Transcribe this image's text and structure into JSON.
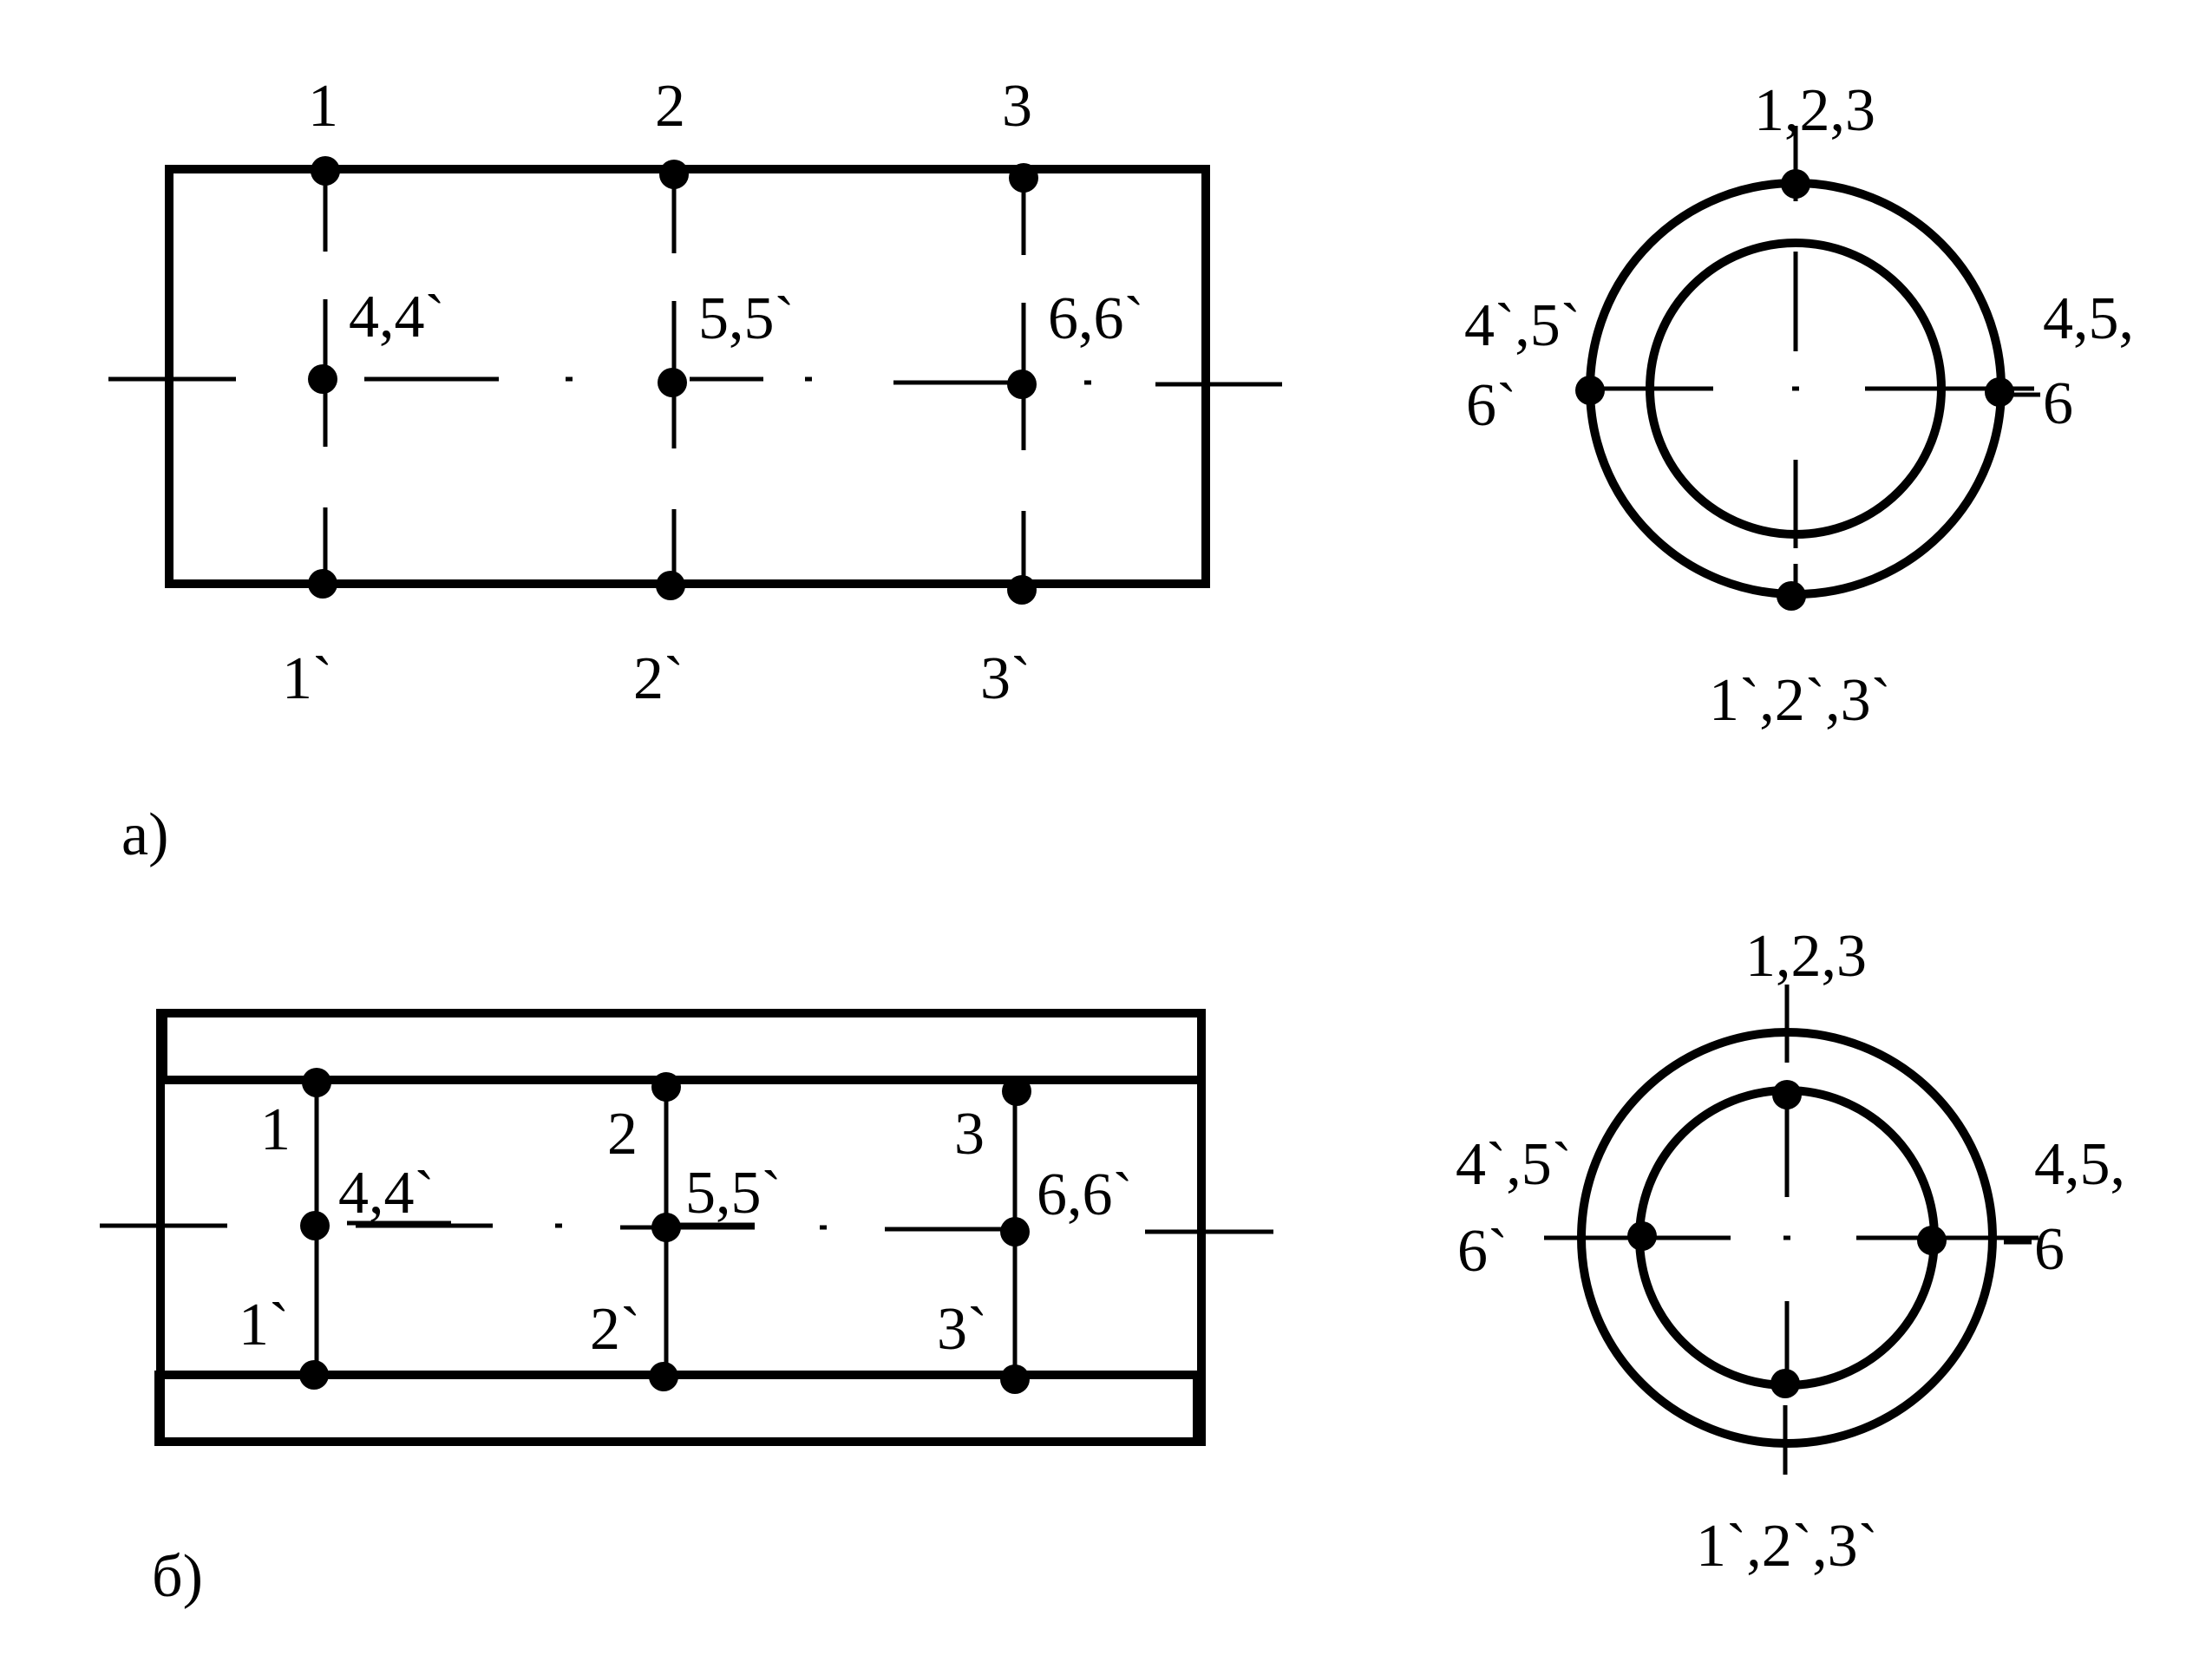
{
  "figure_a": {
    "caption": "а)",
    "side_view": {
      "top_labels": [
        "1",
        "2",
        "3"
      ],
      "axis_labels": [
        "4,4`",
        "5,5`",
        "6,6`"
      ],
      "bottom_labels": [
        "1`",
        "2`",
        "3`"
      ]
    },
    "end_view": {
      "top_label": "1,2,3",
      "bottom_label": "1`,2`,3`",
      "left_label_line1": "4`,5`",
      "left_label_line2": "6`",
      "right_label_line1": "4,5,",
      "right_label_line2": "6"
    }
  },
  "figure_b": {
    "caption": "б)",
    "side_view": {
      "top_labels": [
        "1",
        "2",
        "3"
      ],
      "axis_labels": [
        "4,4`",
        "5,5`",
        "6,6`"
      ],
      "bottom_labels": [
        "1`",
        "2`",
        "3`"
      ]
    },
    "end_view": {
      "top_label": "1,2,3",
      "bottom_label": "1`,2`,3`",
      "left_label_line1": "4`,5`",
      "left_label_line2": "6`",
      "right_label_line1": "4,5,",
      "right_label_line2": "6"
    }
  }
}
